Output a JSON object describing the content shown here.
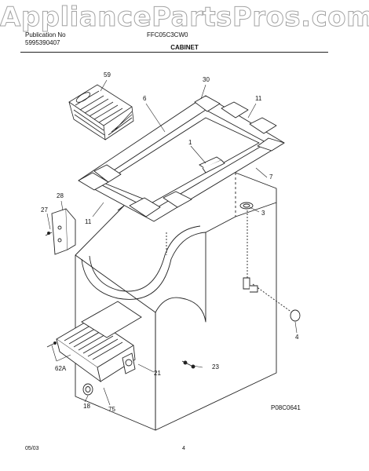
{
  "watermark": "AppliancePartsPros.com",
  "header": {
    "publication": "Publication No",
    "publication_number": "5995390407",
    "model": "FFC05C3CW0",
    "section": "CABINET"
  },
  "parts": {
    "p59": "59",
    "p30": "30",
    "p6": "6",
    "p11a": "11",
    "p1": "1",
    "p7": "7",
    "p28": "28",
    "p27": "27",
    "p3": "3",
    "p11b": "11",
    "p4": "4",
    "p21": "21",
    "p23": "23",
    "p62A": "62A",
    "p18": "18",
    "p75": "75"
  },
  "figure_code": "P08C0641",
  "footer": {
    "date": "05/03",
    "page": "4"
  }
}
